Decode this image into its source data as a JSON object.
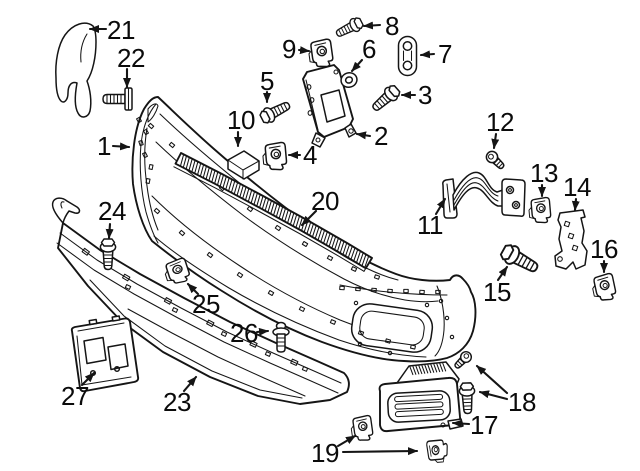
{
  "canvas": {
    "background": "#ffffff",
    "line_color": "#151515"
  },
  "callouts": {
    "c1": "1",
    "c2": "2",
    "c3": "3",
    "c4": "4",
    "c5": "5",
    "c6": "6",
    "c7": "7",
    "c8": "8",
    "c9": "9",
    "c10": "10",
    "c11": "11",
    "c12": "12",
    "c13": "13",
    "c14": "14",
    "c15": "15",
    "c16": "16",
    "c17": "17",
    "c18": "18",
    "c19": "19",
    "c20": "20",
    "c21": "21",
    "c22": "22",
    "c23": "23",
    "c24": "24",
    "c25": "25",
    "c26": "26",
    "c27": "27"
  }
}
